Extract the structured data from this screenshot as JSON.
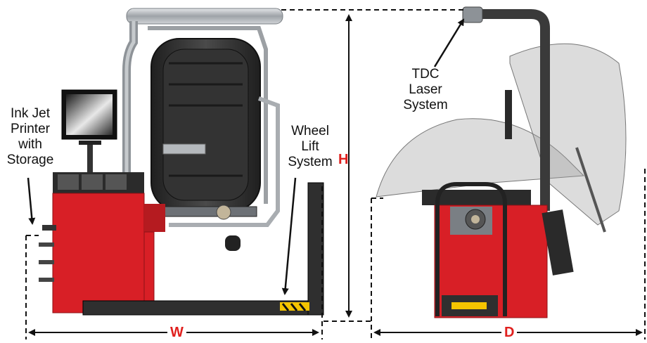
{
  "callouts": {
    "printer": [
      "Ink Jet",
      "Printer",
      "with",
      "Storage"
    ],
    "lift": [
      "Wheel",
      "Lift",
      "System"
    ],
    "laser": [
      "TDC",
      "Laser",
      "System"
    ]
  },
  "dimensions": {
    "width": "W",
    "height": "H",
    "depth": "D"
  },
  "colors": {
    "machine_red": "#d81f26",
    "machine_dark": "#2b2b2b",
    "dimension_red": "#e0201e",
    "line_black": "#111111",
    "tire": "#3a3a3a",
    "steel": "#b9bdc2",
    "hood": "#9a9a9a"
  }
}
